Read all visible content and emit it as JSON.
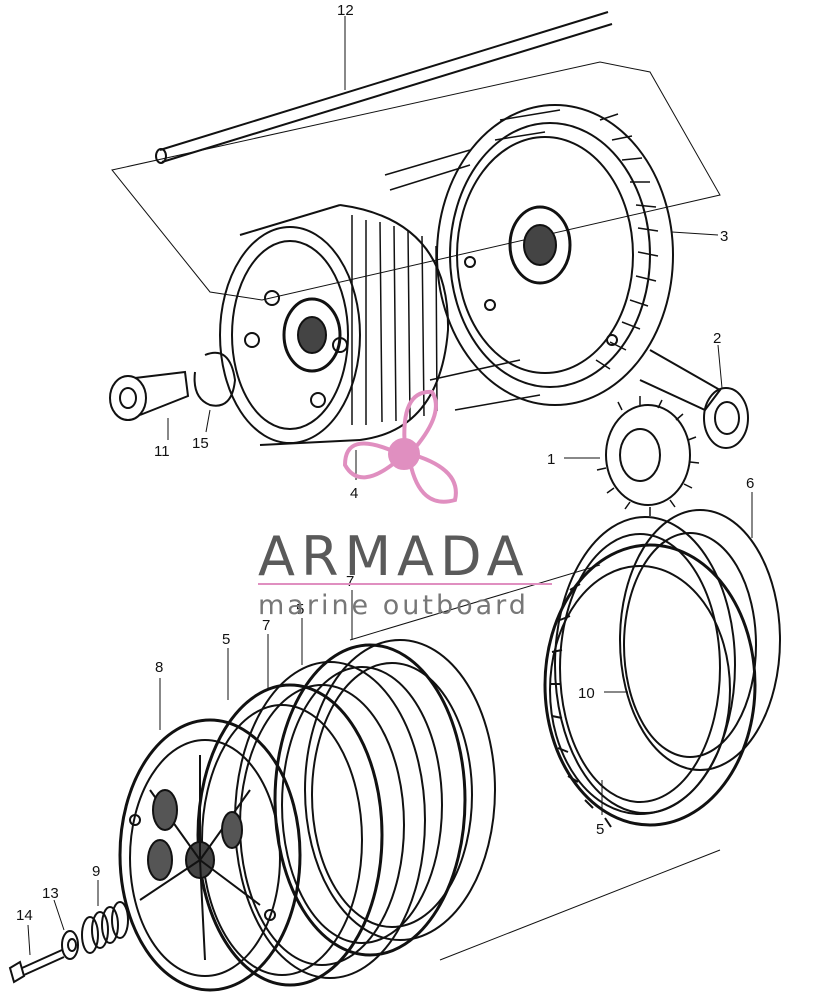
{
  "callouts": [
    {
      "id": "c12",
      "text": "12"
    },
    {
      "id": "c3",
      "text": "3"
    },
    {
      "id": "c2",
      "text": "2"
    },
    {
      "id": "c1",
      "text": "1"
    },
    {
      "id": "c11",
      "text": "11"
    },
    {
      "id": "c15",
      "text": "15"
    },
    {
      "id": "c4",
      "text": "4"
    },
    {
      "id": "c6",
      "text": "6"
    },
    {
      "id": "c8",
      "text": "8"
    },
    {
      "id": "c5a",
      "text": "5"
    },
    {
      "id": "c7a",
      "text": "7"
    },
    {
      "id": "c5b",
      "text": "5"
    },
    {
      "id": "c7b",
      "text": "7"
    },
    {
      "id": "c10",
      "text": "10"
    },
    {
      "id": "c5c",
      "text": "5"
    },
    {
      "id": "c9",
      "text": "9"
    },
    {
      "id": "c13",
      "text": "13"
    },
    {
      "id": "c14",
      "text": "14"
    }
  ],
  "watermark": {
    "brand": "ARMADA",
    "tagline": "marine outboard",
    "accent_color": "#e08fc0",
    "icon": "propeller-icon"
  },
  "colors": {
    "ink": "#111111",
    "background": "#ffffff"
  }
}
